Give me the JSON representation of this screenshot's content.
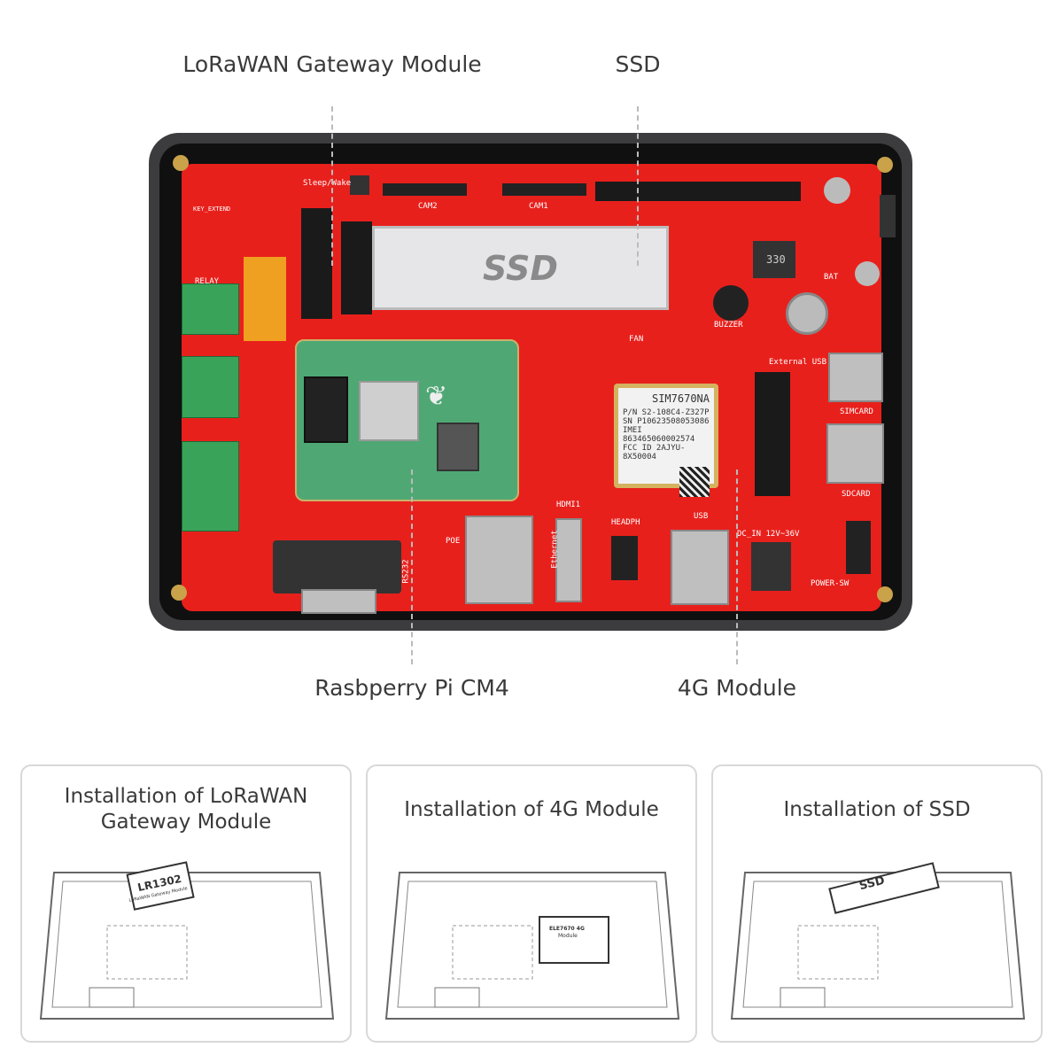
{
  "callouts": {
    "lorawan": "LoRaWAN Gateway Module",
    "ssd": "SSD",
    "cm4": "Rasbperry Pi CM4",
    "module_4g": "4G Module"
  },
  "board": {
    "ssd_label": "SSD",
    "module_4g_name": "SIM7670NA",
    "module_4g_lines": [
      "P/N S2-108C4-Z327P",
      "SN P10623508053086",
      "IMEI 863465060002574",
      "FCC ID 2AJYU-8X50004"
    ],
    "silkscreen": {
      "sleep_wake": "Sleep/Wake",
      "key_extend": "KEY_EXTEND",
      "relay": "RELAY",
      "cam2": "CAM2",
      "cam1": "CAM1",
      "fan": "FAN",
      "buzzer": "BUZZER",
      "bat": "BAT",
      "external_usb": "External USB",
      "simcard": "SIMCARD",
      "sdcard": "SDCARD",
      "usb": "USB",
      "hdmi": "HDMI1",
      "headph": "HEADPH",
      "ethernet": "Ethernet",
      "poe": "POE",
      "rs232": "RS232",
      "dc_in": "DC_IN 12V~36V",
      "power_sw": "POWER-SW",
      "inductor": "330"
    }
  },
  "cards": [
    {
      "title": "Installation of LoRaWAN Gateway Module",
      "module_label": "LR1302",
      "module_sub": "LoRaWAN Gateway Module"
    },
    {
      "title": "Installation of 4G Module",
      "module_label": "ELE7670 4G",
      "module_sub": "Module"
    },
    {
      "title": "Installation of SSD",
      "module_label": "SSD",
      "module_sub": ""
    }
  ]
}
